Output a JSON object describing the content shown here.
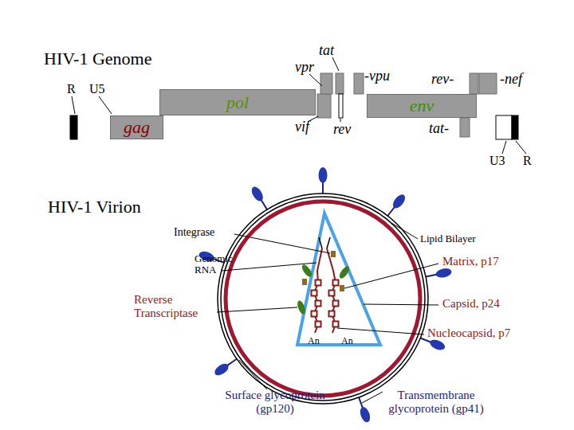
{
  "diagram": {
    "title": "HIV-1 Genome",
    "nodes": [
      {
        "text": [
          "gag"
        ]
      },
      {
        "text": [
          "pol"
        ]
      },
      {
        "text": [
          "env"
        ]
      }
    ],
    "labels": [
      "R",
      "U5",
      "vpr",
      "tat",
      "-vpu",
      "rev-",
      "-nef",
      "vif",
      "rev",
      "tat-",
      "U3",
      "R",
      "HIV-1 Virion",
      "Integrase",
      "Lipid Bilayer",
      "Genomic RNA",
      "Matrix, p17",
      "Reverse Transcriptase",
      "Capsid, p24",
      "Nucleocapsid, p7",
      "An",
      "An",
      "Surface glycoprotein (gp120)",
      "Transmembrane glycoprotein (gp41)"
    ]
  }
}
